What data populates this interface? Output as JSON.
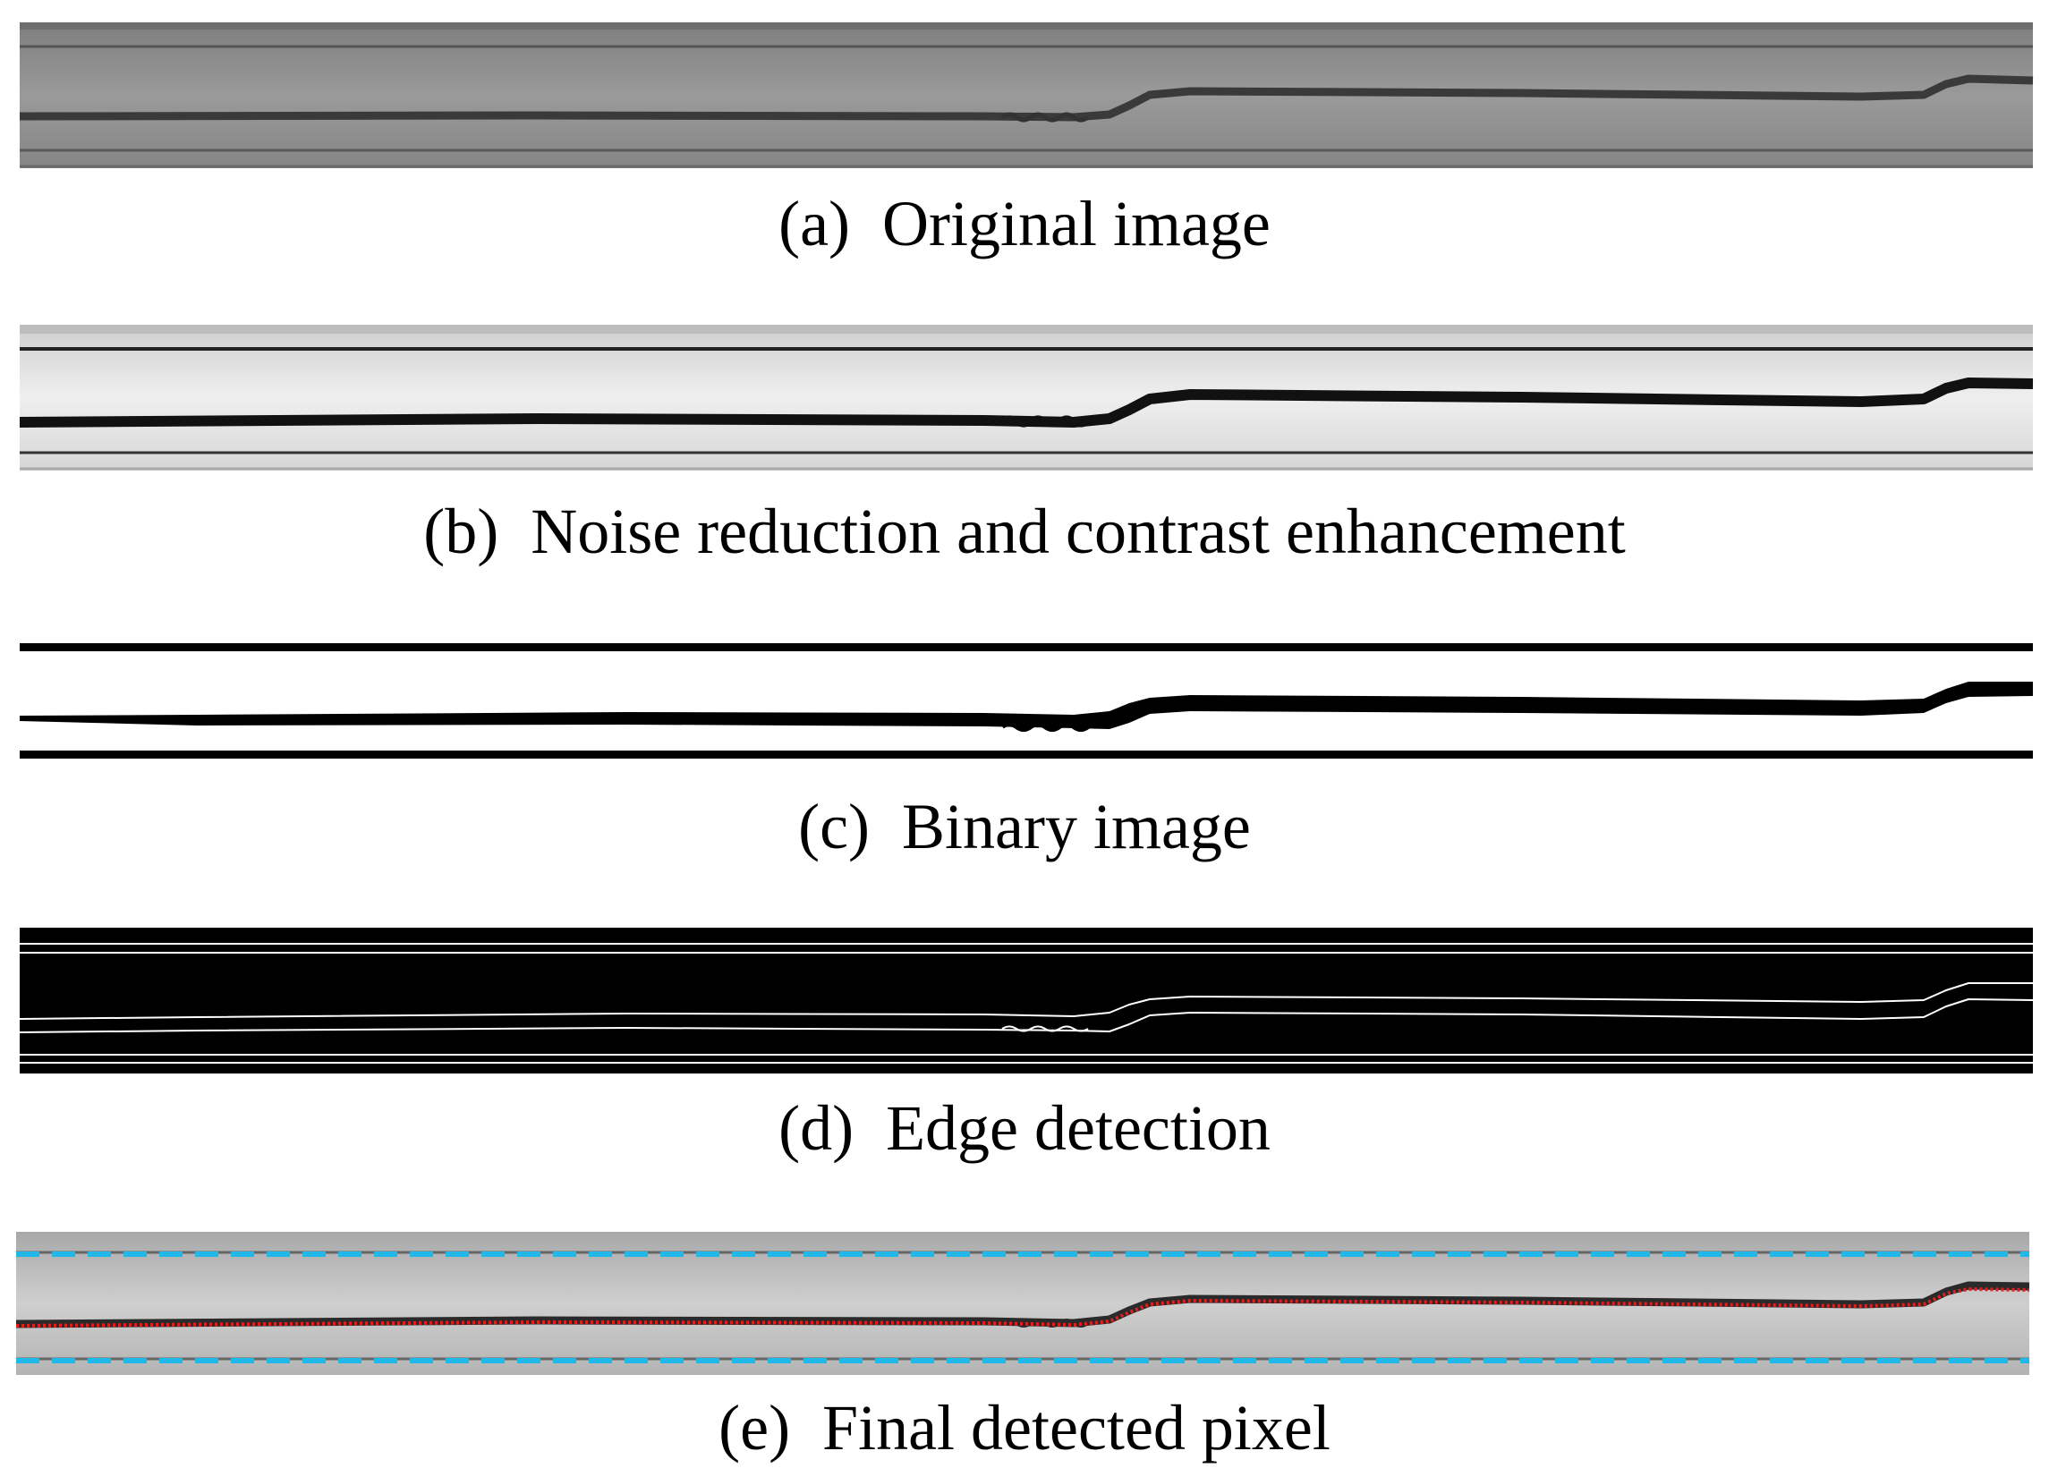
{
  "panels": [
    {
      "id": "a",
      "caption": "(a)  Original image"
    },
    {
      "id": "b",
      "caption": "(b)  Noise reduction and contrast enhancement"
    },
    {
      "id": "c",
      "caption": "(c)  Binary image"
    },
    {
      "id": "d",
      "caption": "(d)  Edge detection"
    },
    {
      "id": "e",
      "caption": "(e)  Final detected pixel"
    }
  ],
  "colors": {
    "tube_gray": "#8f8f8f",
    "enhanced_bg": "#d9d9d9",
    "interface_dark": "#222222",
    "detected_interface": "#e02020",
    "detected_walls": "#20b8e8"
  }
}
